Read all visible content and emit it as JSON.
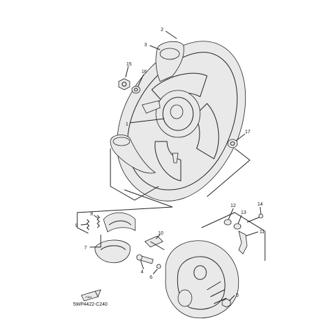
{
  "diagram": {
    "code": "5WP4422-C240",
    "fwd_label": "FWD",
    "callouts": [
      {
        "label": "1"
      },
      {
        "label": "2"
      },
      {
        "label": "3"
      },
      {
        "label": "4"
      },
      {
        "label": "5"
      },
      {
        "label": "6"
      },
      {
        "label": "7"
      },
      {
        "label": "8"
      },
      {
        "label": "9"
      },
      {
        "label": "10"
      },
      {
        "label": "11"
      },
      {
        "label": "12"
      },
      {
        "label": "13"
      },
      {
        "label": "14"
      },
      {
        "label": "15"
      },
      {
        "label": "16"
      },
      {
        "label": "17"
      }
    ]
  }
}
